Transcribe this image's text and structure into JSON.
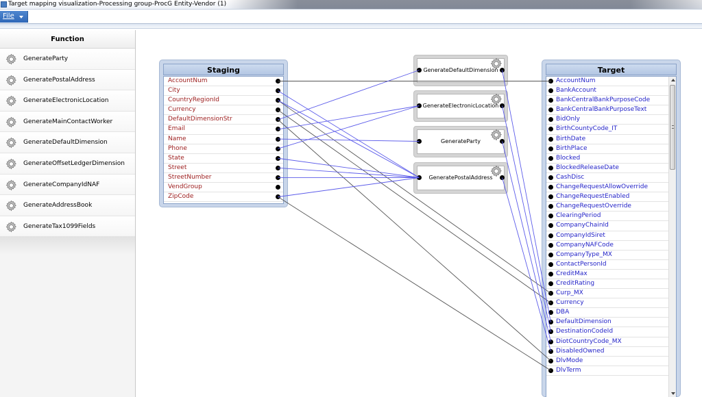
{
  "window": {
    "title": "Target mapping visualization-Processing group-ProcG Entity-Vendor (1)"
  },
  "menu": {
    "file_label": "File"
  },
  "function_panel": {
    "header": "Function",
    "items": [
      {
        "label": "GenerateParty",
        "icon": "gear-icon"
      },
      {
        "label": "GeneratePostalAddress",
        "icon": "gear-icon"
      },
      {
        "label": "GenerateElectronicLocation",
        "icon": "gear-icon"
      },
      {
        "label": "GenerateMainContactWorker",
        "icon": "gear-icon"
      },
      {
        "label": "GenerateDefaultDimension",
        "icon": "gear-icon"
      },
      {
        "label": "GenerateOffsetLedgerDimension",
        "icon": "gear-icon"
      },
      {
        "label": "GenerateCompanyIdNAF",
        "icon": "gear-icon"
      },
      {
        "label": "GenerateAddressBook",
        "icon": "gear-icon"
      },
      {
        "label": "GenerateTax1099Fields",
        "icon": "gear-icon"
      }
    ]
  },
  "staging": {
    "title": "Staging",
    "fields": [
      "AccountNum",
      "City",
      "CountryRegionId",
      "Currency",
      "DefaultDimensionStr",
      "Email",
      "Name",
      "Phone",
      "State",
      "Street",
      "StreetNumber",
      "VendGroup",
      "ZipCode"
    ]
  },
  "functions_canvas": [
    {
      "key": "dim",
      "label": "GenerateDefaultDimension"
    },
    {
      "key": "elec",
      "label": "GenerateElectronicLocation"
    },
    {
      "key": "party",
      "label": "GenerateParty"
    },
    {
      "key": "postal",
      "label": "GeneratePostalAddress"
    }
  ],
  "target": {
    "title": "Target",
    "fields": [
      "AccountNum",
      "BankAccount",
      "BankCentralBankPurposeCode",
      "BankCentralBankPurposeText",
      "BidOnly",
      "BirthCountyCode_IT",
      "BirthDate",
      "BirthPlace",
      "Blocked",
      "BlockedReleaseDate",
      "CashDisc",
      "ChangeRequestAllowOverride",
      "ChangeRequestEnabled",
      "ChangeRequestOverride",
      "ClearingPeriod",
      "CompanyChainId",
      "CompanyIdSiret",
      "CompanyNAFCode",
      "CompanyType_MX",
      "ContactPersonId",
      "CreditMax",
      "CreditRating",
      "Curp_MX",
      "Currency",
      "DBA",
      "DefaultDimension",
      "DestinationCodeId",
      "DiotCountryCode_MX",
      "DisabledOwned",
      "DlvMode",
      "DlvTerm"
    ]
  },
  "connections": {
    "direct": [
      [
        "AccountNum",
        "AccountNum"
      ],
      [
        "Currency",
        "Currency"
      ],
      [
        "CountryRegionId",
        "Curp_MX"
      ],
      [
        "ZipCode",
        "DlvTerm"
      ],
      [
        "DefaultDimensionStr",
        "DlvMode"
      ]
    ],
    "to_function": [
      [
        "DefaultDimensionStr",
        "dim"
      ],
      [
        "Email",
        "elec"
      ],
      [
        "Phone",
        "elec"
      ],
      [
        "Name",
        "party"
      ],
      [
        "City",
        "postal"
      ],
      [
        "CountryRegionId",
        "postal"
      ],
      [
        "State",
        "postal"
      ],
      [
        "Street",
        "postal"
      ],
      [
        "StreetNumber",
        "postal"
      ],
      [
        "ZipCode",
        "postal"
      ]
    ],
    "from_function": [
      [
        "dim",
        "DefaultDimension"
      ],
      [
        "elec",
        "DestinationCodeId"
      ],
      [
        "party",
        "DiotCountryCode_MX"
      ],
      [
        "postal",
        "DisabledOwned"
      ]
    ]
  },
  "colors": {
    "wire_function": "#5b5bea",
    "wire_direct": "#555555",
    "staging_text": "#9b1b1b",
    "target_text": "#2323c8",
    "menu_accent": "#3a72c0"
  }
}
